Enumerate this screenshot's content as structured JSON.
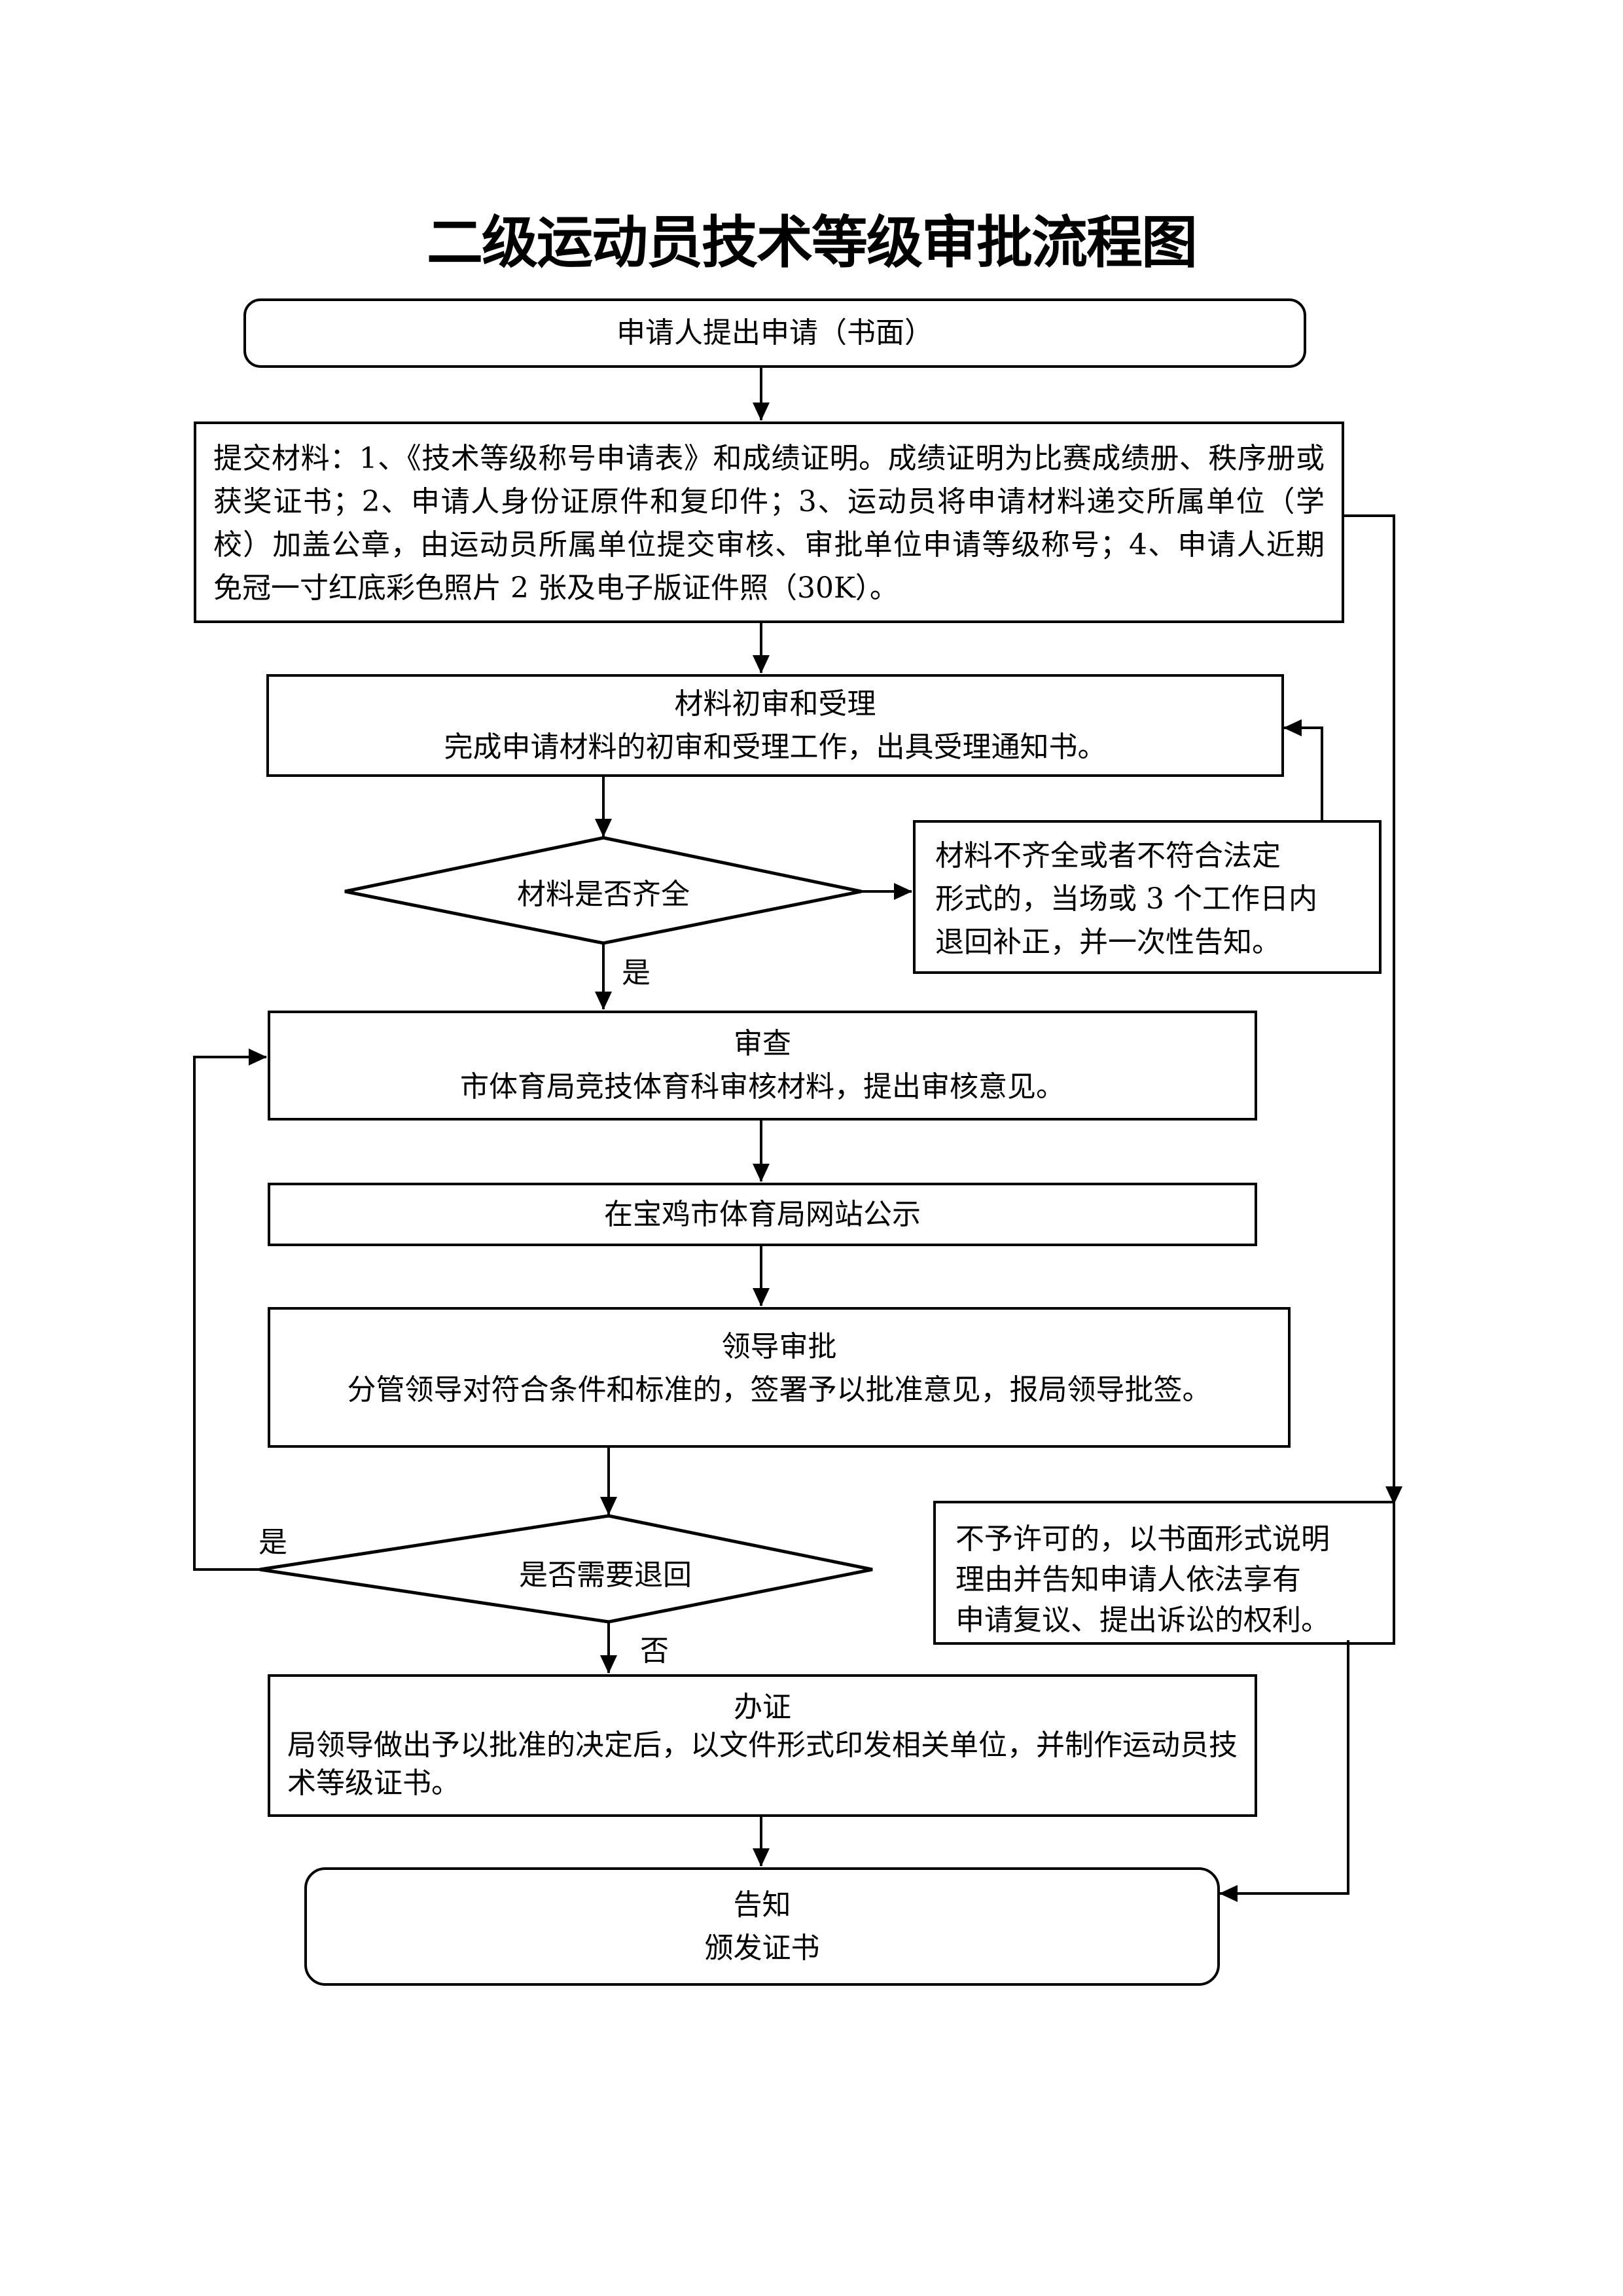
{
  "title": "二级运动员技术等级审批流程图",
  "nodes": {
    "apply": {
      "text": "申请人提出申请（书面）"
    },
    "materials": {
      "text": "提交材料：1、《技术等级称号申请表》和成绩证明。成绩证明为比赛成绩册、秩序册或获奖证书；2、申请人身份证原件和复印件；3、运动员将申请材料递交所属单位（学校）加盖公章，由运动员所属单位提交审核、审批单位申请等级称号；4、申请人近期免冠一寸红底彩色照片 2 张及电子版证件照（30K）。"
    },
    "initial_review": {
      "title": "材料初审和受理",
      "text": "完成申请材料的初审和受理工作，出具受理通知书。"
    },
    "complete_check": {
      "text": "材料是否齐全"
    },
    "incomplete_note": {
      "lines": [
        "材料不齐全或者不符合法定",
        "形式的，当场或 3 个工作日内",
        "退回补正，并一次性告知。"
      ]
    },
    "review": {
      "title": "审查",
      "text": "市体育局竞技体育科审核材料，提出审核意见。"
    },
    "publicity": {
      "text": "在宝鸡市体育局网站公示"
    },
    "leader_approval": {
      "title": "领导审批",
      "text": "分管领导对符合条件和标准的，签署予以批准意见，报局领导批签。"
    },
    "return_check": {
      "text": "是否需要退回"
    },
    "rejection_note": {
      "lines": [
        "不予许可的，以书面形式说明",
        "理由并告知申请人依法享有",
        "申请复议、提出诉讼的权利。"
      ]
    },
    "certificate": {
      "title": "办证",
      "text": "局领导做出予以批准的决定后，以文件形式印发相关单位，并制作运动员技术等级证书。"
    },
    "notify": {
      "title": "告知",
      "text": "颁发证书"
    }
  },
  "edge_labels": {
    "complete_yes": "是",
    "return_yes": "是",
    "return_no": "否"
  },
  "colors": {
    "stroke": "#000000",
    "background": "#ffffff"
  }
}
